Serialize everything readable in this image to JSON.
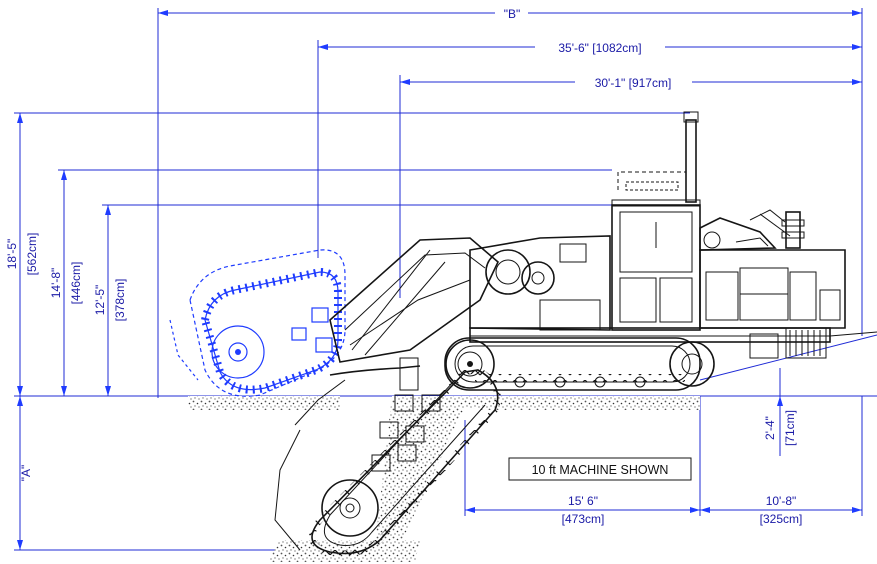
{
  "dimensions": {
    "overall_length": "\"B\"",
    "length_trencher": "35'-6\" [1082cm]",
    "length_machine": "30'-1\" [917cm]",
    "height_max_cm": "[562cm]",
    "height_max_ft": "18'-5\"",
    "height_boom_ft": "14'-8\"",
    "height_boom_cm": "[446cm]",
    "height_cab_ft": "12'-5\"",
    "height_cab_cm": "[378cm]",
    "depth_A": "\"A\"",
    "ground_clearance_ft": "2'-4\"",
    "ground_clearance_cm": "[71cm]",
    "track_length_ft": "15' 6\"",
    "track_length_cm": "[473cm]",
    "rear_overhang_ft": "10'-8\"",
    "rear_overhang_cm": "[325cm]"
  },
  "note": "10 ft MACHINE SHOWN",
  "colors": {
    "dimension_lines": "#1f2bd6",
    "boom_raised": "#1f3cff",
    "linework": "#151515"
  }
}
